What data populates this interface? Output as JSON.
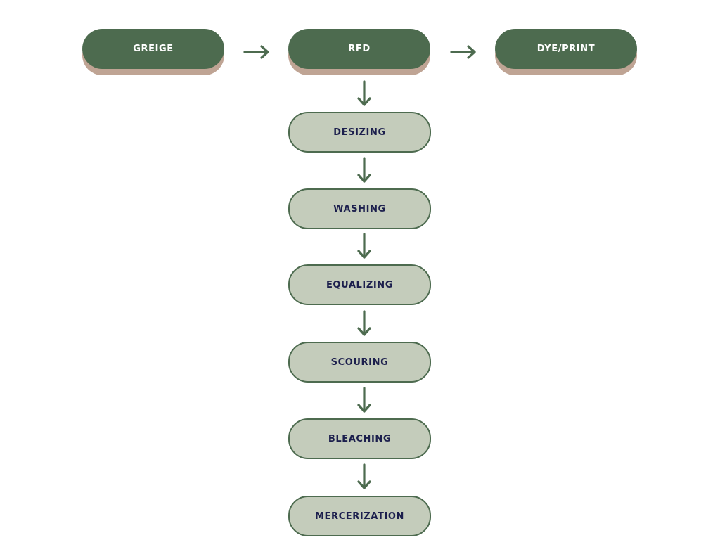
{
  "colors": {
    "main_fill": "#4d6b4f",
    "main_shadow": "#bfa494",
    "main_text": "#ffffff",
    "step_fill": "#c4ccbb",
    "step_border": "#4d6b4f",
    "step_text": "#1c1f4d",
    "arrow": "#4d6b4f"
  },
  "main_flow": {
    "stage_1": "GREIGE",
    "stage_2": "RFD",
    "stage_3": "DYE/PRINT"
  },
  "rfd_steps": {
    "step_1": "DESIZING",
    "step_2": "WASHING",
    "step_3": "EQUALIZING",
    "step_4": "SCOURING",
    "step_5": "BLEACHING",
    "step_6": "MERCERIZATION"
  }
}
